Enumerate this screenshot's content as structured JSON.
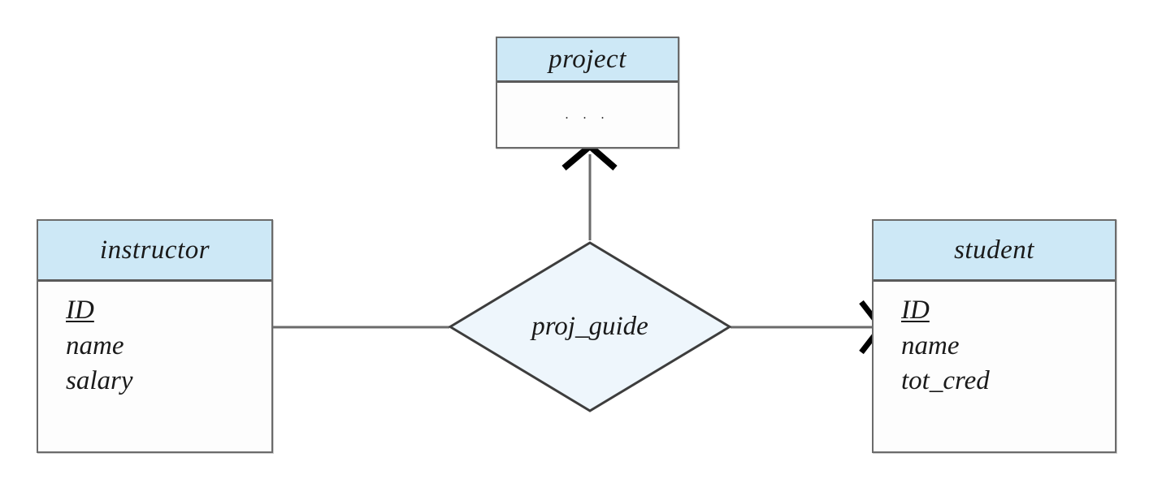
{
  "diagram": {
    "title": "proj_guide ER diagram",
    "colors": {
      "entity_header_fill": "#cde8f6",
      "entity_body_fill": "#fdfdfd",
      "entity_border": "#6b6b6b",
      "diamond_fill": "#eef6fc",
      "diamond_border": "#3d3d3d",
      "line": "#6b6b6b",
      "arrow": "#000000",
      "text": "#1a1a1a"
    }
  },
  "entities": {
    "project": {
      "name": "project",
      "attributes": [
        {
          "label": ". . .",
          "primary_key": false
        }
      ]
    },
    "instructor": {
      "name": "instructor",
      "attributes": [
        {
          "label": "ID",
          "primary_key": true
        },
        {
          "label": "name",
          "primary_key": false
        },
        {
          "label": "salary",
          "primary_key": false
        }
      ]
    },
    "student": {
      "name": "student",
      "attributes": [
        {
          "label": "ID",
          "primary_key": true
        },
        {
          "label": "name",
          "primary_key": false
        },
        {
          "label": "tot_cred",
          "primary_key": false
        }
      ]
    }
  },
  "relationship": {
    "name": "proj_guide",
    "shape": "diamond"
  },
  "edges": [
    {
      "id": "instructor-to-relationship",
      "from": "instructor",
      "to": "proj_guide",
      "arrow": "none",
      "cardinality": "many"
    },
    {
      "id": "relationship-to-student",
      "from": "proj_guide",
      "to": "student",
      "arrow": "open-arrow-right",
      "cardinality": "one"
    },
    {
      "id": "relationship-to-project",
      "from": "proj_guide",
      "to": "project",
      "arrow": "open-arrow-up",
      "cardinality": "one"
    }
  ]
}
